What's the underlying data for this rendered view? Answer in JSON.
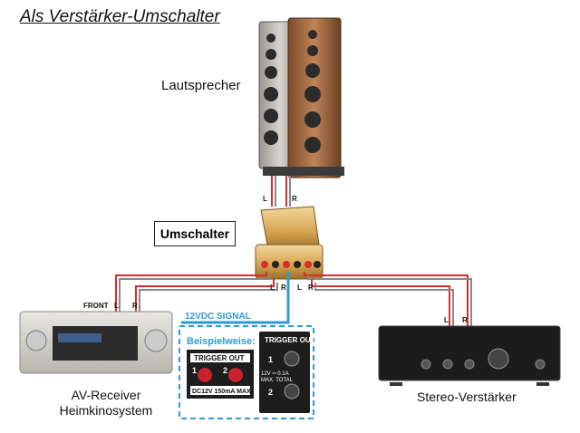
{
  "title": "Als Verstärker-Umschalter",
  "speaker_label": "Lautsprecher",
  "switch_label": "Umschalter",
  "avr_label_line1": "AV-Receiver",
  "avr_label_line2": "Heimkinosystem",
  "stereo_label": "Stereo-Verstärker",
  "signal_label": "12VDC SIGNAL",
  "example_label": "Beispielweise:",
  "trigger_out_label": "TRIGGER OUT",
  "trigger_out_small": "OUT",
  "trigger_ports": [
    "1",
    "2"
  ],
  "trigger_spec": "DC12V 150mA MAX.",
  "trigger_spec2_line1": "12V ═ 0.1A",
  "trigger_spec2_line2": "MAX. TOTAL",
  "front_label": "FRONT",
  "channel_L": "L",
  "channel_R": "R",
  "colors": {
    "red_wire": "#d62d2d",
    "gray_wire": "#888888",
    "blue_signal": "#2f9ad6",
    "dashed_box": "#2f9ad6"
  }
}
